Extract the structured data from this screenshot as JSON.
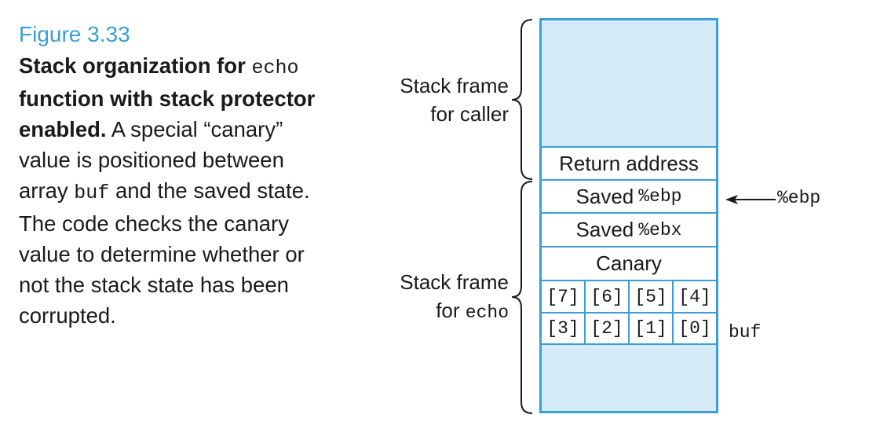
{
  "caption": {
    "figure_label": "Figure 3.33",
    "title_part1": "Stack organization for",
    "title_code": "echo",
    "title_part2": "function with stack protector enabled.",
    "body_part1": "A special “canary” value is positioned between array",
    "body_code": "buf",
    "body_part2": "and the saved state. The code checks the canary value to determine whether or not the stack state has been corrupted."
  },
  "diagram": {
    "caller_frame_label_line1": "Stack frame",
    "caller_frame_label_line2": "for caller",
    "echo_frame_label_line1": "Stack frame",
    "echo_frame_label_line2_text": "for",
    "echo_frame_label_line2_code": "echo",
    "rows": {
      "return_address": "Return address",
      "saved_ebp_text": "Saved",
      "saved_ebp_reg": "%ebp",
      "saved_ebx_text": "Saved",
      "saved_ebx_reg": "%ebx",
      "canary": "Canary"
    },
    "buf_high": [
      "[7]",
      "[6]",
      "[5]",
      "[4]"
    ],
    "buf_low": [
      "[3]",
      "[2]",
      "[1]",
      "[0]"
    ],
    "ebp_pointer_label": "%ebp",
    "buf_label": "buf",
    "colors": {
      "accent": "#3a9fd9",
      "frame_fill": "#d6ebf8"
    }
  }
}
